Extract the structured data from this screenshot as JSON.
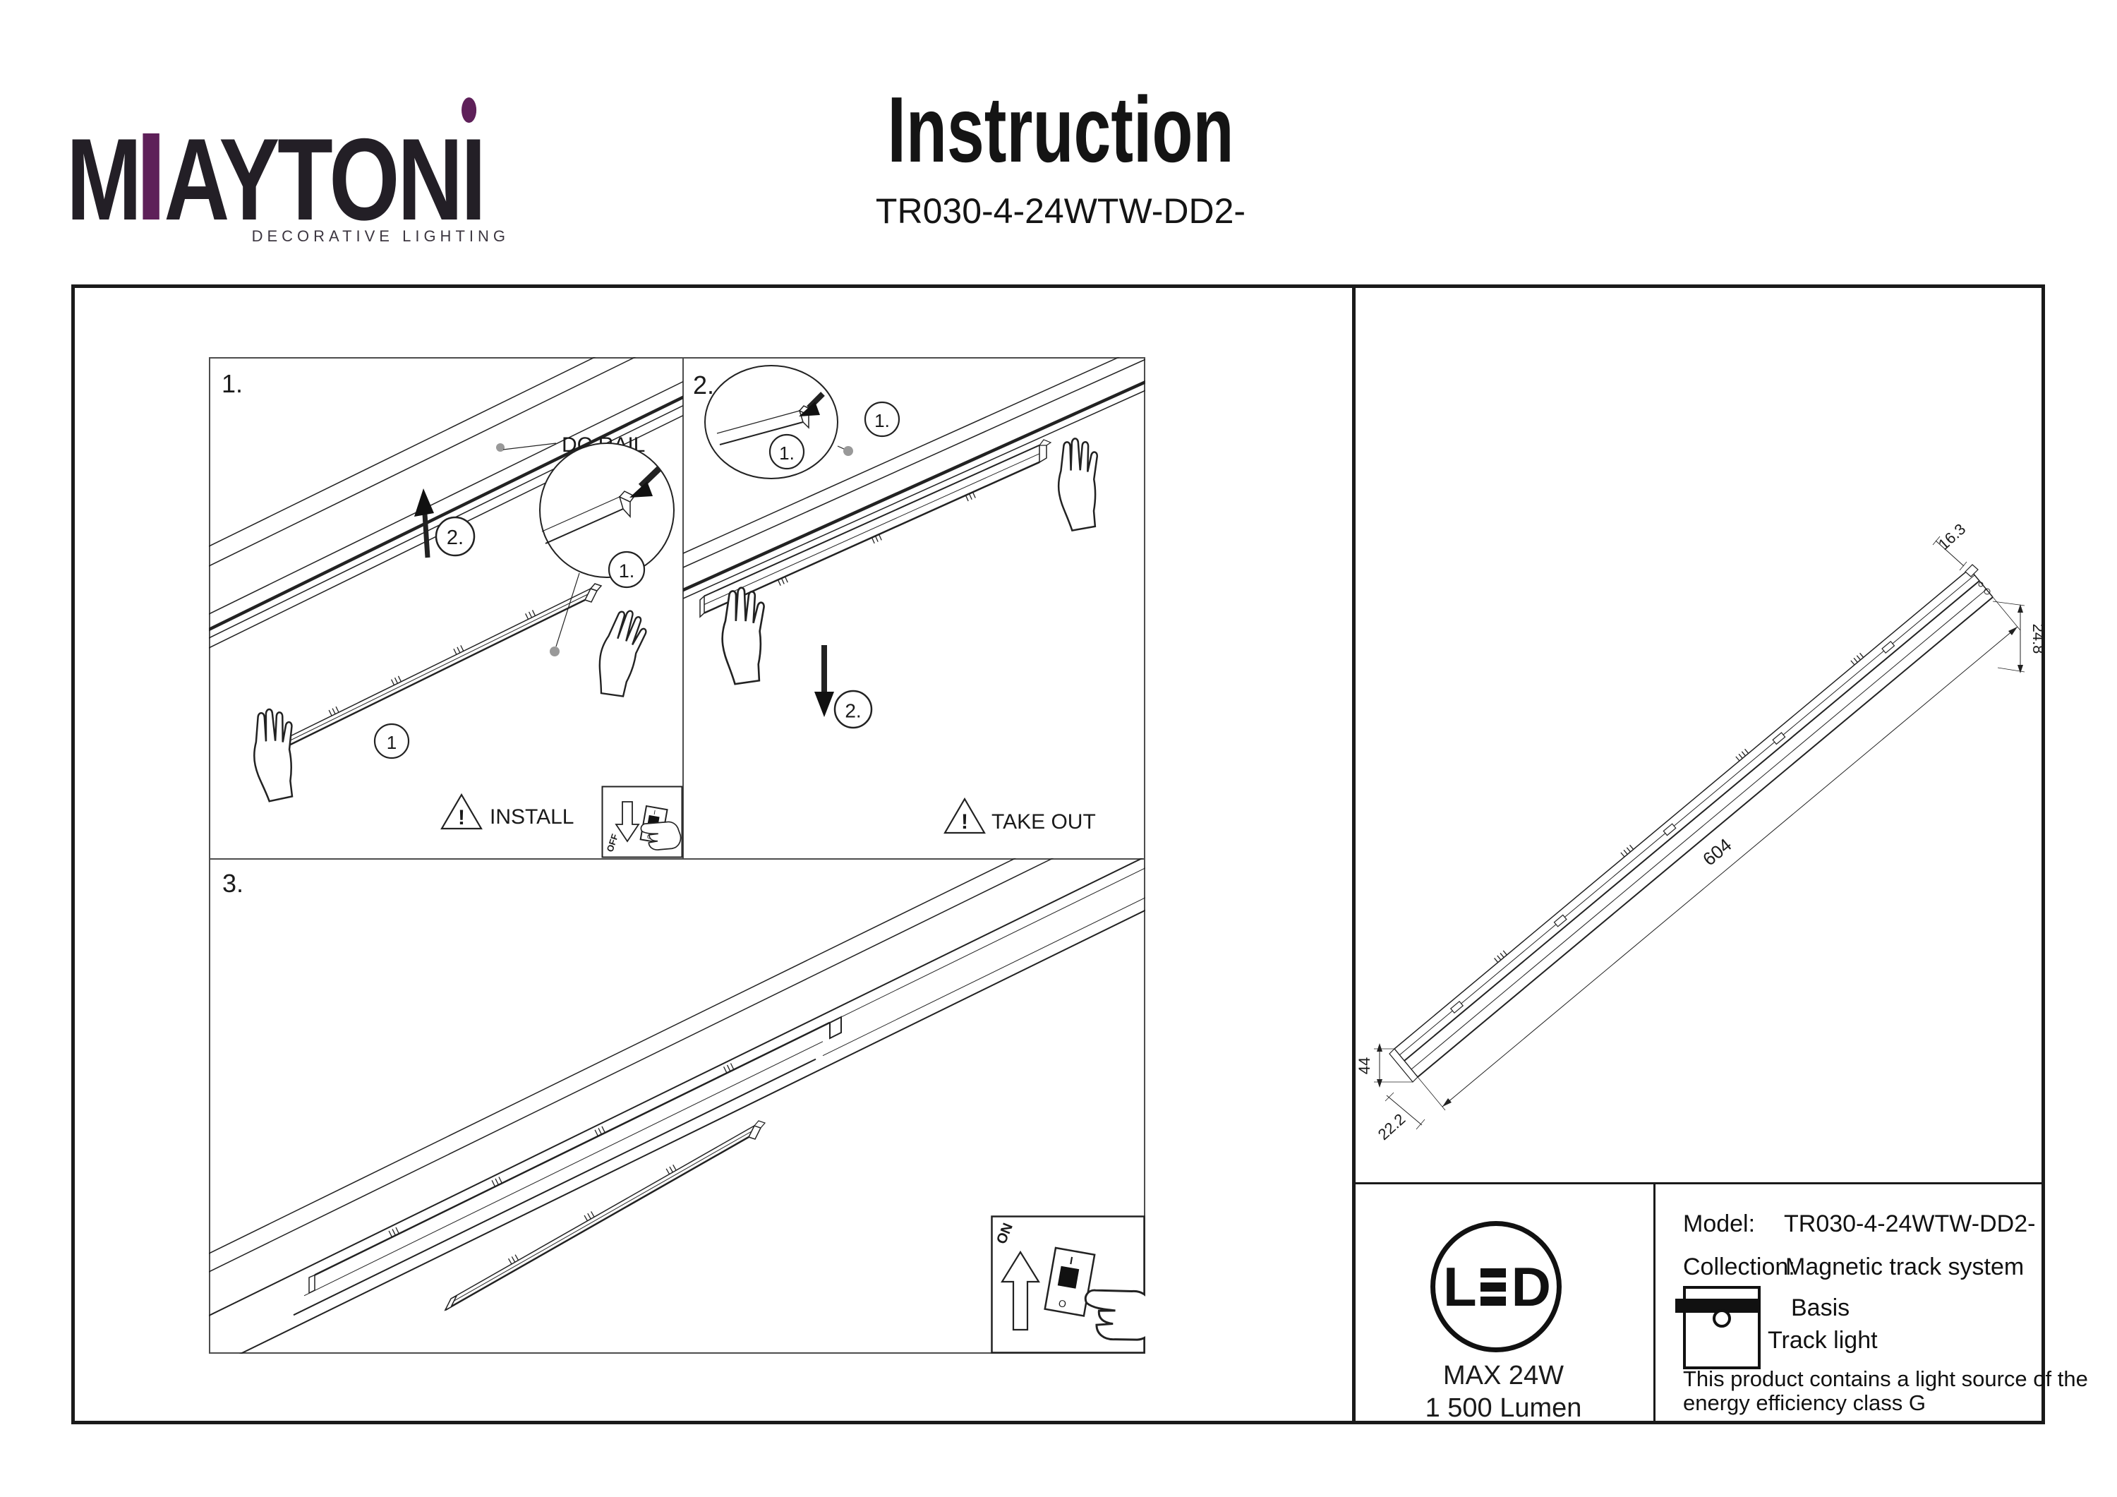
{
  "colors": {
    "accent": "#5e2059",
    "ink": "#1a1a1a"
  },
  "header": {
    "logo": {
      "part1": "M",
      "part2": "AYTON",
      "part3": "I"
    },
    "tagline": "DECORATIVE LIGHTING",
    "title": "Instruction",
    "subtitle": "TR030-4-24WTW-DD2-"
  },
  "panel1": {
    "label": "1.",
    "dc_rail": "DC RAIL",
    "num_arrow": "2.",
    "num_magnifier": "1.",
    "num_bar": "1",
    "warning_mark": "!",
    "warning": "INSTALL",
    "switch_label": "OFF",
    "switch_mark_on": "I",
    "switch_mark_off": "O"
  },
  "panel2": {
    "label": "2.",
    "num_magnifier": "1.",
    "num_rail": "1.",
    "num_arrow": "2.",
    "warning_mark": "!",
    "warning": "TAKE OUT"
  },
  "panel3": {
    "label": "3.",
    "switch_label": "ON",
    "switch_mark_on": "I",
    "switch_mark_off": "O"
  },
  "dimensions": {
    "length": "604",
    "height": "44",
    "width": "22.2",
    "end_width": "16.3",
    "end_height": "24.8"
  },
  "led": {
    "letter_l": "L",
    "letter_d": "D",
    "max_power": "MAX 24W",
    "luminous_flux": "1 500 Lumen"
  },
  "product": {
    "model_label": "Model:",
    "model_value": "TR030-4-24WTW-DD2-",
    "collection_label": "Collection:",
    "collection_value": "Magnetic track system",
    "type_line1": "Basis",
    "type_line2": "Track light",
    "note_line1": "This product contains a light source of the",
    "note_line2": "energy efficiency class G"
  }
}
